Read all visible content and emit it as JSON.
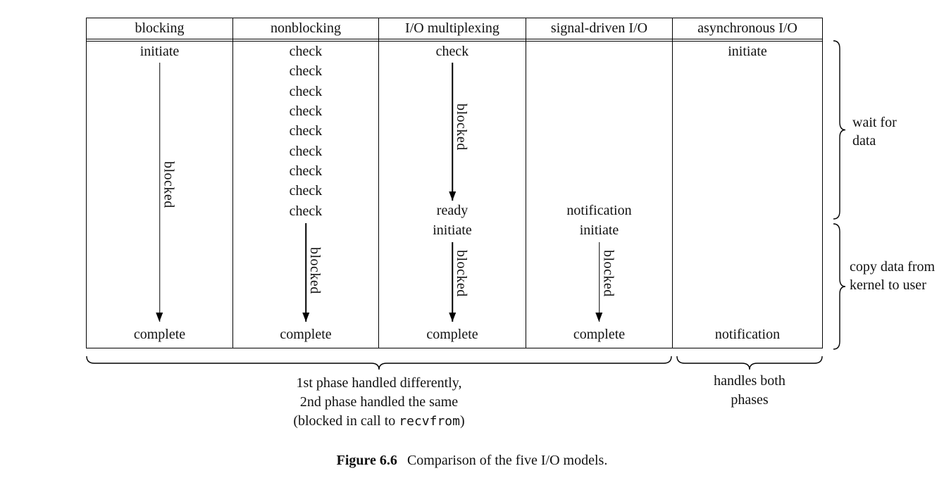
{
  "table": {
    "columns": [
      {
        "header": "blocking",
        "top_label": "initiate",
        "blocked_label": "blocked",
        "bottom_label": "complete"
      },
      {
        "header": "nonblocking",
        "checks": [
          "check",
          "check",
          "check",
          "check",
          "check",
          "check",
          "check",
          "check",
          "check"
        ],
        "blocked_label": "blocked",
        "bottom_label": "complete"
      },
      {
        "header": "I/O multiplexing",
        "top_label": "check",
        "blocked1_label": "blocked",
        "ready_label": "ready",
        "initiate_label": "initiate",
        "blocked2_label": "blocked",
        "bottom_label": "complete"
      },
      {
        "header": "signal-driven I/O",
        "notification_label": "notification",
        "initiate_label": "initiate",
        "blocked_label": "blocked",
        "bottom_label": "complete"
      },
      {
        "header": "asynchronous I/O",
        "top_label": "initiate",
        "bottom_label": "notification"
      }
    ]
  },
  "right_annotations": {
    "wait_label": "wait for data",
    "copy_label": "copy data from kernel to user"
  },
  "bottom_annotations": {
    "phases_line1": "1st phase handled differently,",
    "phases_line2": "2nd phase handled the same",
    "phases_line3_prefix": "(blocked in call to ",
    "phases_line3_code": "recvfrom",
    "phases_line3_suffix": ")",
    "async_label": "handles both phases"
  },
  "caption": {
    "figure_label": "Figure 6.6",
    "text": "Comparison of the five I/O models."
  }
}
